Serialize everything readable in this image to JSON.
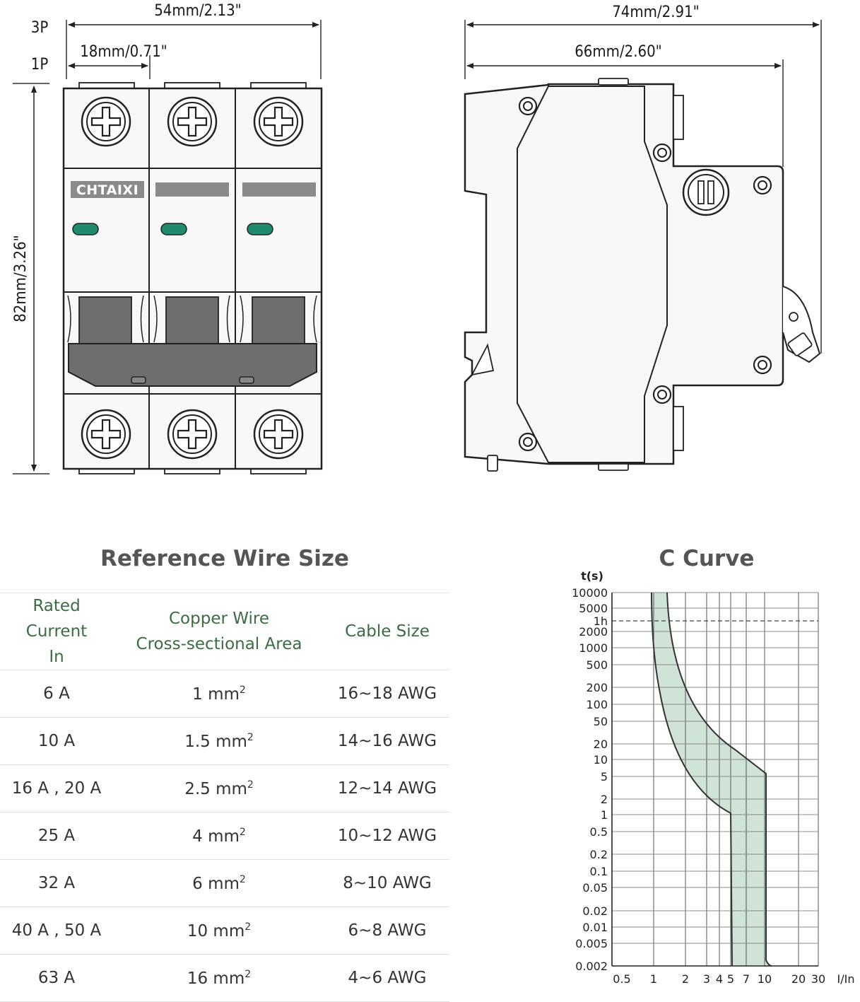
{
  "dimensions": {
    "width_3p": "54mm/2.13\"",
    "width_1p": "18mm/0.71\"",
    "height": "82mm/3.26\"",
    "depth_total": "74mm/2.91\"",
    "depth_body": "66mm/2.60\"",
    "label_3p": "3P",
    "label_1p": "1P"
  },
  "brand": "CHTAIXI",
  "colors": {
    "indicator": "#1f8a6e",
    "curve_fill": "#cfe3d7",
    "header_text": "#3c6b45",
    "handle": "#6e6e6e"
  },
  "wire_table": {
    "title": "Reference Wire Size",
    "headers": {
      "rated_line1": "Rated Current",
      "rated_line2": "In",
      "area_line1": "Copper Wire",
      "area_line2": "Cross-sectional Area",
      "cable": "Cable Size"
    },
    "rows": [
      {
        "current": "6 A",
        "area": "1 mm",
        "cable": "16~18 AWG"
      },
      {
        "current": "10 A",
        "area": "1.5 mm",
        "cable": "14~16 AWG"
      },
      {
        "current": "16 A , 20 A",
        "area": "2.5 mm",
        "cable": "12~14 AWG"
      },
      {
        "current": "25 A",
        "area": "4 mm",
        "cable": "10~12 AWG"
      },
      {
        "current": "32 A",
        "area": "6 mm",
        "cable": "8~10 AWG"
      },
      {
        "current": "40 A , 50 A",
        "area": "10 mm",
        "cable": "6~8 AWG"
      },
      {
        "current": "63 A",
        "area": "16 mm",
        "cable": "4~6 AWG"
      }
    ],
    "superscript": "2"
  },
  "curve": {
    "title": "C Curve",
    "y_unit": "t(s)",
    "x_unit": "I/In",
    "y_ticks": [
      "10000",
      "5000",
      "1h",
      "2000",
      "1000",
      "500",
      "200",
      "100",
      "50",
      "20",
      "10",
      "5",
      "2",
      "1",
      "0.5",
      "0.2",
      "0.1",
      "0.05",
      "0.02",
      "0.01",
      "0.005",
      "0.002"
    ],
    "x_ticks": [
      "0.5",
      "1",
      "2",
      "3",
      "4",
      "5",
      "7",
      "10",
      "20",
      "30"
    ]
  }
}
